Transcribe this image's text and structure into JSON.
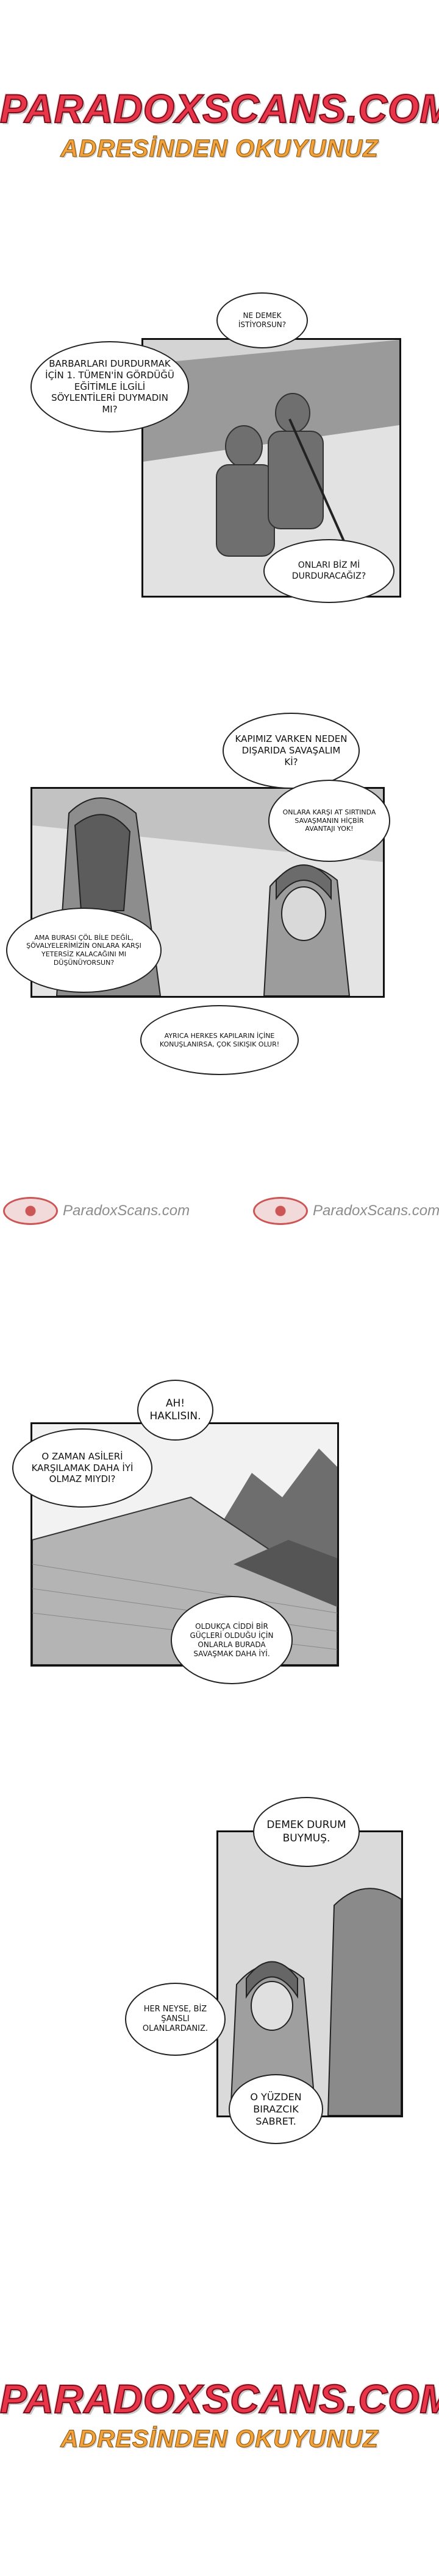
{
  "banner_top": {
    "title": "PARADOXSCANS.COM",
    "subtitle": "ADRESİNDEN OKUYUNUZ"
  },
  "banner_bottom": {
    "title": "PARADOXSCANS.COM",
    "subtitle": "ADRESİNDEN OKUYUNUZ"
  },
  "watermarks": {
    "left": "ParadoxScans.com",
    "right": "ParadoxScans.com"
  },
  "bubbles": {
    "b1": "NE DEMEK İSTİYORSUN?",
    "b2": "BARBARLARI DURDURMAK İÇİN 1. TÜMEN'İN GÖRDÜĞÜ EĞİTİMLE İLGİLİ SÖYLENTİLERİ DUYMADIN MI?",
    "b3": "ONLARI BİZ Mİ DURDURACAĞIZ?",
    "b4": "KAPIMIZ VARKEN NEDEN DIŞARIDA SAVAŞALIM Kİ?",
    "b5": "ONLARA KARŞI AT SIRTINDA SAVAŞMANIN HİÇBİR AVANTAJI YOK!",
    "b6": "AMA BURASI ÇÖL BİLE DEĞİL, ŞÖVALYELERİMİZİN ONLARA KARŞI YETERSİZ KALACAĞINI MI DÜŞÜNÜYORSUN?",
    "b7": "AYRICA HERKES KAPILARIN İÇİNE KONUŞLANIRSA, ÇOK SIKIŞIK OLUR!",
    "b8": "AH! HAKLISIN.",
    "b9": "O ZAMAN ASİLERİ KARŞILAMAK DAHA İYİ OLMAZ MIYDI?",
    "b10": "OLDUKÇA CİDDİ BİR GÜÇLERİ OLDUĞU İÇİN ONLARLA BURADA SAVAŞMAK DAHA İYİ.",
    "b11": "DEMEK DURUM BUYMUŞ.",
    "b12": "HER NEYSE, BİZ ŞANSLI OLANLARDANIZ.",
    "b13": "O YÜZDEN BIRAZCIK SABRET."
  },
  "colors": {
    "banner_red": "#e8354a",
    "banner_orange": "#f2a23a",
    "ink": "#111111"
  }
}
